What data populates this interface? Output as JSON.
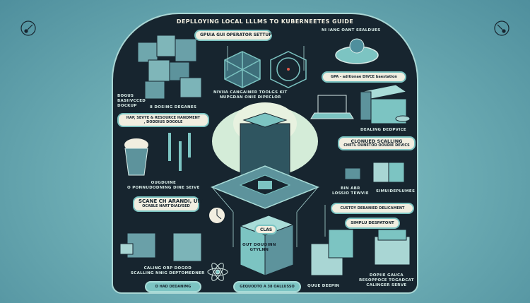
{
  "title": "DEPLLOYING LOCAL LLLMS TO KUBERNEETES GUIDE",
  "colors": {
    "background": "#6fafb6",
    "panel": "#17252f",
    "accent": "#7cc4c2",
    "label_fill": "#f1eee0"
  },
  "labels": {
    "gpu_operator": "GPUIA GUI OPERATOR SETTUPP",
    "top_right_caption": "NI IANG OANT SEALDUES",
    "gpa_pill": "GPA - aditionae DIVCE baestation",
    "toolkit_1": "NIVIIA CANGAINER TOOLGS KIT",
    "toolkit_2": "NUPGDAN ONIE DIPECLOR",
    "bogus_1": "BOGUS",
    "bogus_2": "BASIIVCCED",
    "bogus_3": "DOCKUP",
    "dosing": "8 DOSING DEGANES",
    "resource_1": "HAP, SEVYE & RESOURCE HANDMENT",
    "resource_2": ", DODDIUS DOGOLE",
    "dealing": "DEALING DEDPVICE",
    "scaling_1": "CLONUED SCALLING",
    "scaling_2": "CHETL OUNETOD OOUDIE DEVICS",
    "ougduine_1": "OUGDUINE",
    "ougduine_2": "O PONNUDODNING DINE SEIVE",
    "bin_1": "BIN ABR",
    "bin_2": "LOSSIO TEWVIE",
    "simui": "SIMUIDEPLUMES",
    "scane_1": "SCANE CH ARANDI, UIT",
    "scane_2": "OCABLE NART'DIALYSED",
    "custoy": "CUSTOY DEBANIED DELICAMENT",
    "simplu": "SIMPLU DESPATONT",
    "box_badge": "CLAS",
    "box_side_1": "OUT DOUDINN",
    "box_side_2": "GTYLNN",
    "caling_1": "CALING ORP DOGOD",
    "caling_2": "SCALLING NNIG DEPTOMEDNER",
    "queue": "QUUE DEEPIN",
    "dopiie_1": "DOPIIE GAUCA",
    "dopiie_2": "RESOPPOCE TOGADCAT",
    "dopiie_3": "CALINGER SERVE",
    "bottom_left_pill": "D HAD DEDANIMG",
    "bottom_center_pill": "GEQUODTO A 38 OALLUSSO"
  },
  "icons": [
    "server-stack-icon",
    "hexagon-node-icon",
    "cloud-user-icon",
    "laptop-icon",
    "server-box-icon",
    "gpu-chip-icon",
    "popcorn-bucket-icon",
    "pipette-icon",
    "clock-icon",
    "atom-icon",
    "container-box-icon",
    "document-stack-icon",
    "database-icon"
  ]
}
